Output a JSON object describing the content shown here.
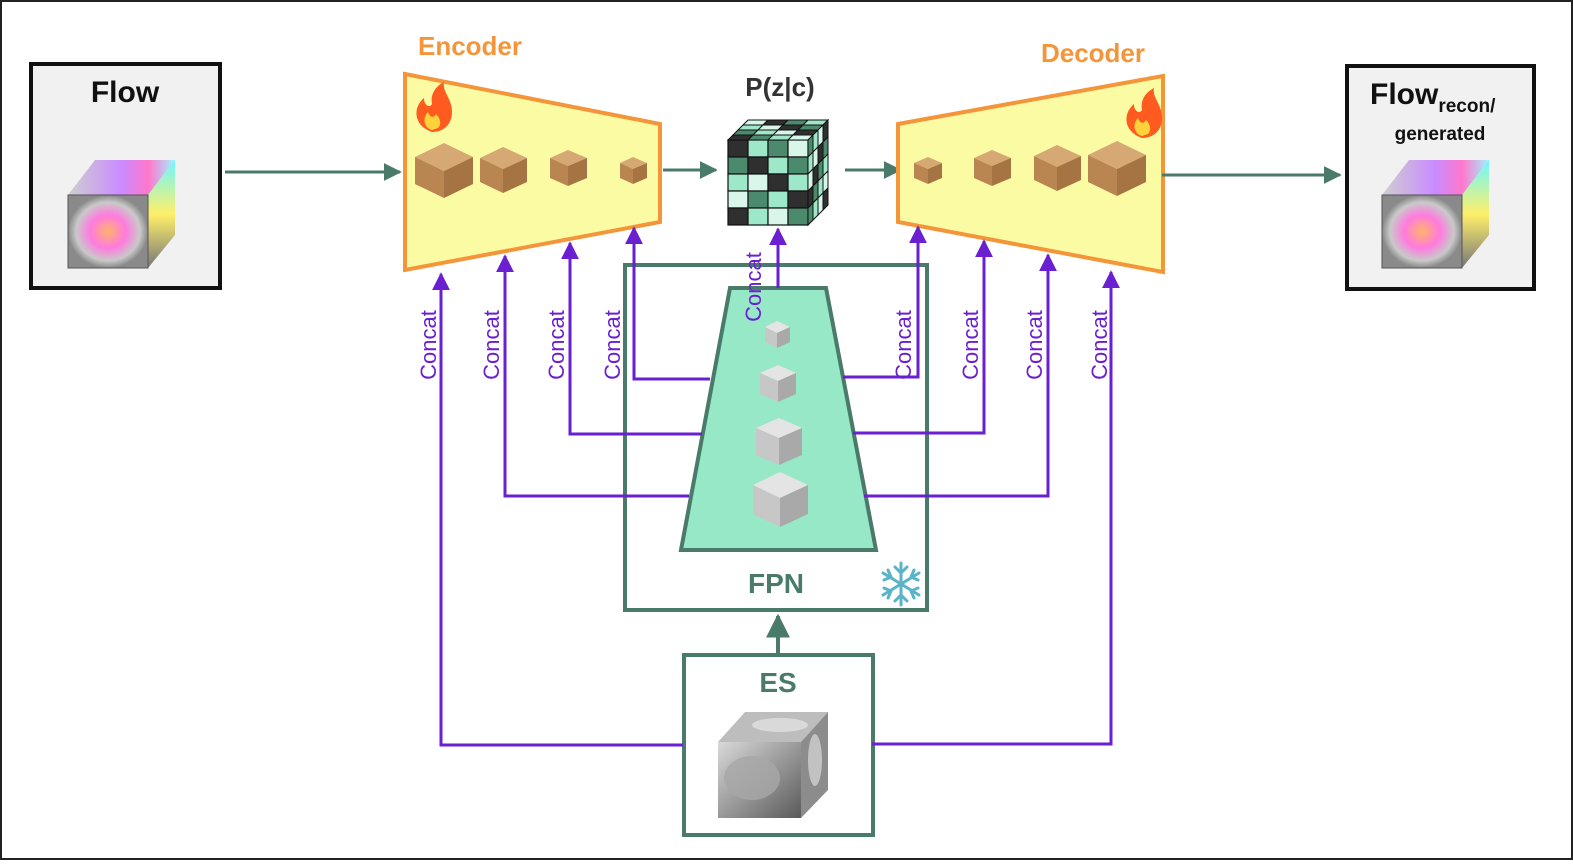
{
  "flow_box": {
    "title": "Flow"
  },
  "output_box": {
    "title_main": "Flow",
    "title_sub": "recon/",
    "title_line2": "generated"
  },
  "encoder": {
    "title": "Encoder",
    "status_icon": "fire-icon"
  },
  "decoder": {
    "title": "Decoder",
    "status_icon": "fire-icon"
  },
  "latent": {
    "label": "P(z|c)"
  },
  "fpn": {
    "title": "FPN",
    "status_icon": "snowflake-icon"
  },
  "es_box": {
    "title": "ES"
  },
  "connection_label": "Concat",
  "colors": {
    "orange": "#f5953a",
    "yellow_fill": "#fbfba3",
    "green": "#4a7a6a",
    "mint": "#96e8c6",
    "purple": "#6a1fd0",
    "brown": "#c9925a"
  }
}
